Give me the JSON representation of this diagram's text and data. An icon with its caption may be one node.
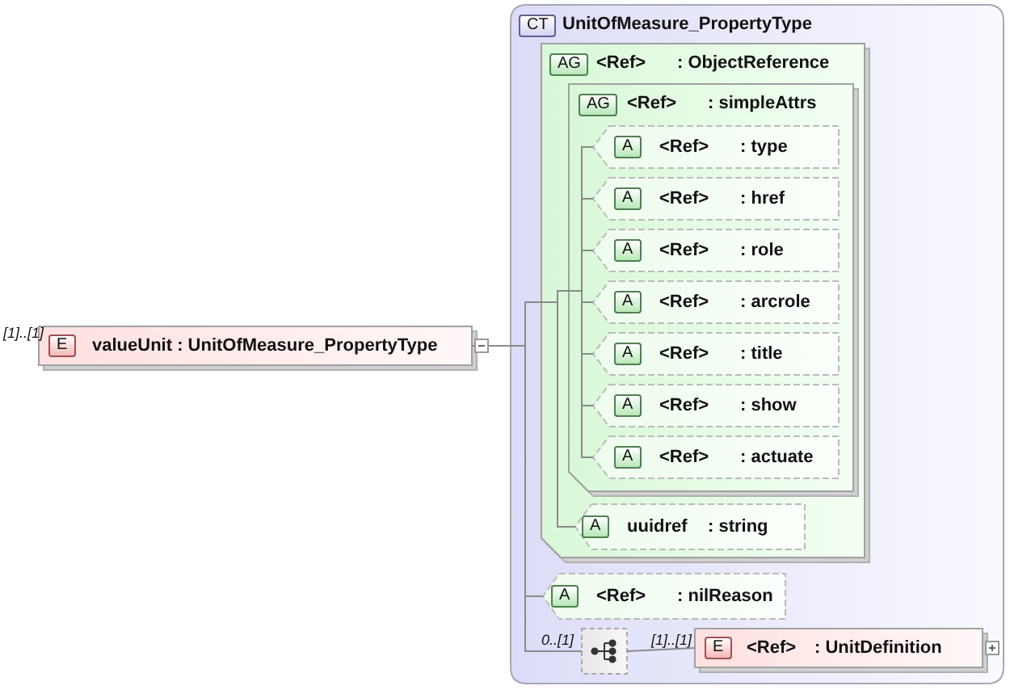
{
  "diagram": {
    "nodes": [
      {
        "text": [
          "E",
          "valueUnit : UnitOfMeasure_PropertyType"
        ],
        "beside": [
          "[1]..[1]"
        ]
      },
      {
        "text": [
          "CT",
          "UnitOfMeasure_PropertyType"
        ]
      },
      {
        "text": [
          "AG",
          "<Ref>",
          ": ObjectReference"
        ],
        "in": 1
      },
      {
        "text": [
          "AG",
          "<Ref>",
          ": simpleAttrs"
        ],
        "in": 2
      },
      {
        "text": [
          "A",
          "<Ref>",
          ": type"
        ],
        "in": 3
      },
      {
        "text": [
          "A",
          "<Ref>",
          ": href"
        ],
        "in": 3
      },
      {
        "text": [
          "A",
          "<Ref>",
          ": role"
        ],
        "in": 3
      },
      {
        "text": [
          "A",
          "<Ref>",
          ": arcrole"
        ],
        "in": 3
      },
      {
        "text": [
          "A",
          "<Ref>",
          ": title"
        ],
        "in": 3
      },
      {
        "text": [
          "A",
          "<Ref>",
          ": show"
        ],
        "in": 3
      },
      {
        "text": [
          "A",
          "<Ref>",
          ": actuate"
        ],
        "in": 3
      },
      {
        "text": [
          "A",
          "uuidref",
          ": string"
        ],
        "in": 2
      },
      {
        "text": [
          "A",
          "<Ref>",
          ": nilReason"
        ],
        "in": 1
      },
      {
        "text": [],
        "shape": "box",
        "beside": [
          "0..[1]"
        ],
        "in": 1
      },
      {
        "text": [
          "E",
          "<Ref>",
          ": UnitDefinition"
        ],
        "beside": [
          "[1]..[1]"
        ],
        "in": 1
      }
    ],
    "edges": [
      {
        "from": 0,
        "to": 2,
        "arrow": "none"
      },
      {
        "from": 0,
        "to": 12,
        "arrow": "none"
      },
      {
        "from": 0,
        "to": 13,
        "arrow": "none"
      },
      {
        "from": 2,
        "to": 3,
        "arrow": "none"
      },
      {
        "from": 3,
        "to": 4,
        "arrow": "none"
      },
      {
        "from": 3,
        "to": 5,
        "arrow": "none"
      },
      {
        "from": 3,
        "to": 6,
        "arrow": "none"
      },
      {
        "from": 3,
        "to": 7,
        "arrow": "none"
      },
      {
        "from": 3,
        "to": 8,
        "arrow": "none"
      },
      {
        "from": 3,
        "to": 9,
        "arrow": "none"
      },
      {
        "from": 3,
        "to": 10,
        "arrow": "none"
      },
      {
        "from": 2,
        "to": 11,
        "arrow": "none"
      },
      {
        "from": 13,
        "to": 14,
        "arrow": "none"
      }
    ]
  }
}
